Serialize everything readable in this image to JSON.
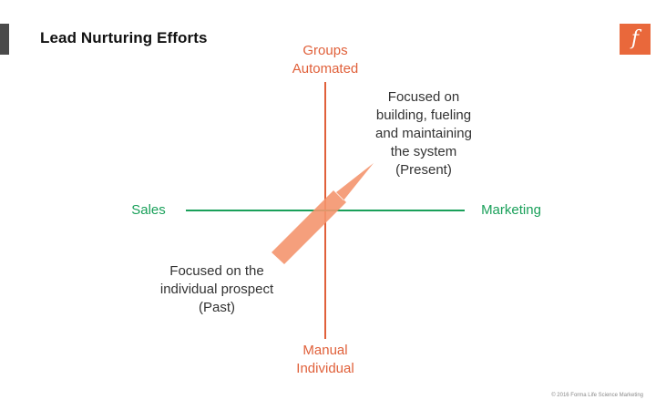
{
  "slide": {
    "title": "Lead Nurturing Efforts",
    "logo_glyph": "f",
    "copyright": "© 2016 Forma Life Science Marketing"
  },
  "diagram": {
    "vertical_axis": {
      "top_label": [
        "Groups",
        "Automated"
      ],
      "bottom_label": [
        "Manual",
        "Individual"
      ],
      "color": "#e0603a"
    },
    "horizontal_axis": {
      "left_label": "Sales",
      "right_label": "Marketing",
      "color": "#1aa05a"
    },
    "arrow": {
      "color": "#f4956e",
      "direction": "bottom-left to top-right"
    },
    "notes": {
      "present": [
        "Focused on",
        "building, fueling",
        "and maintaining",
        "the system",
        "(Present)"
      ],
      "past": [
        "Focused on the",
        "individual prospect",
        "(Past)"
      ]
    }
  },
  "colors": {
    "accent": "#e9683b",
    "title": "#111111",
    "tab": "#4a4a4a"
  }
}
